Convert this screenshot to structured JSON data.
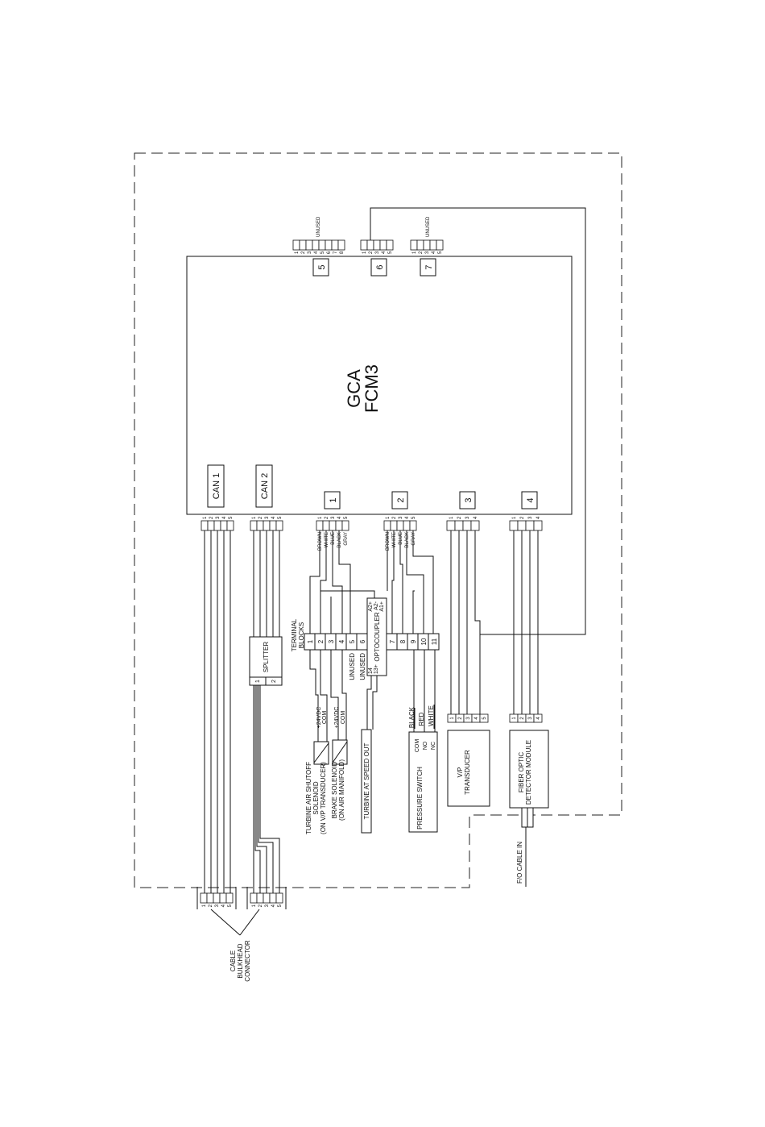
{
  "module": {
    "line1": "GCA",
    "line2": "FCM3"
  },
  "connectors": {
    "c5": "5",
    "c6": "6",
    "c7": "7",
    "can1": "CAN 1",
    "can2": "CAN 2",
    "j1": "1",
    "j2": "2",
    "j3": "3",
    "j4": "4"
  },
  "pins": [
    "1",
    "2",
    "3",
    "4",
    "5",
    "6",
    "7",
    "8"
  ],
  "unused": "UNUSED",
  "wire_colors": [
    "BROWN",
    "WHITE",
    "BLUE",
    "BLACK",
    "GRAY"
  ],
  "terminal": {
    "title_line1": "TERMINAL",
    "title_line2": "BLOCKS",
    "blocks": [
      "1",
      "2",
      "3",
      "4",
      "5",
      "6",
      "7",
      "8",
      "9",
      "10",
      "11"
    ],
    "unused_label": "UNUSED"
  },
  "optocoupler": {
    "label": "OPTOCOUPLER",
    "pin_a2p": "A2+",
    "pin_a2m": "A2-",
    "pin_a1p": "A1+",
    "pin_14": "14",
    "pin_13": "13+"
  },
  "splitter": {
    "label": "SPLITTER",
    "port1": "1",
    "port2": "2"
  },
  "turbine_solenoid": {
    "line1": "TURBINE AIR SHUTOFF",
    "line2": "SOLENOID",
    "line3": "(ON V/P TRANSDUCER)",
    "v": "+24VDC",
    "com": "COM"
  },
  "brake_solenoid": {
    "line1": "BRAKE SOLENOID",
    "line2": "(ON AIR MANIFOLD)",
    "v": "+24VDC",
    "com": "COM"
  },
  "turbine_speed": "TURBINE AT SPEED OUT",
  "pressure_switch": {
    "label": "PRESSURE SWITCH",
    "com": "COM",
    "no": "NO",
    "nc": "NC",
    "black": "BLACK",
    "red": "RED",
    "white": "WHITE"
  },
  "vp_transducer": {
    "line1": "V/P",
    "line2": "TRANSDUCER"
  },
  "fiber_module": {
    "line1": "FIBER OPTIC",
    "line2": "DETECTOR MODULE"
  },
  "fo_cable": "F/O CABLE IN",
  "bulkhead": {
    "line1": "CABLE",
    "line2": "BULKHEAD",
    "line3": "CONNECTOR"
  }
}
